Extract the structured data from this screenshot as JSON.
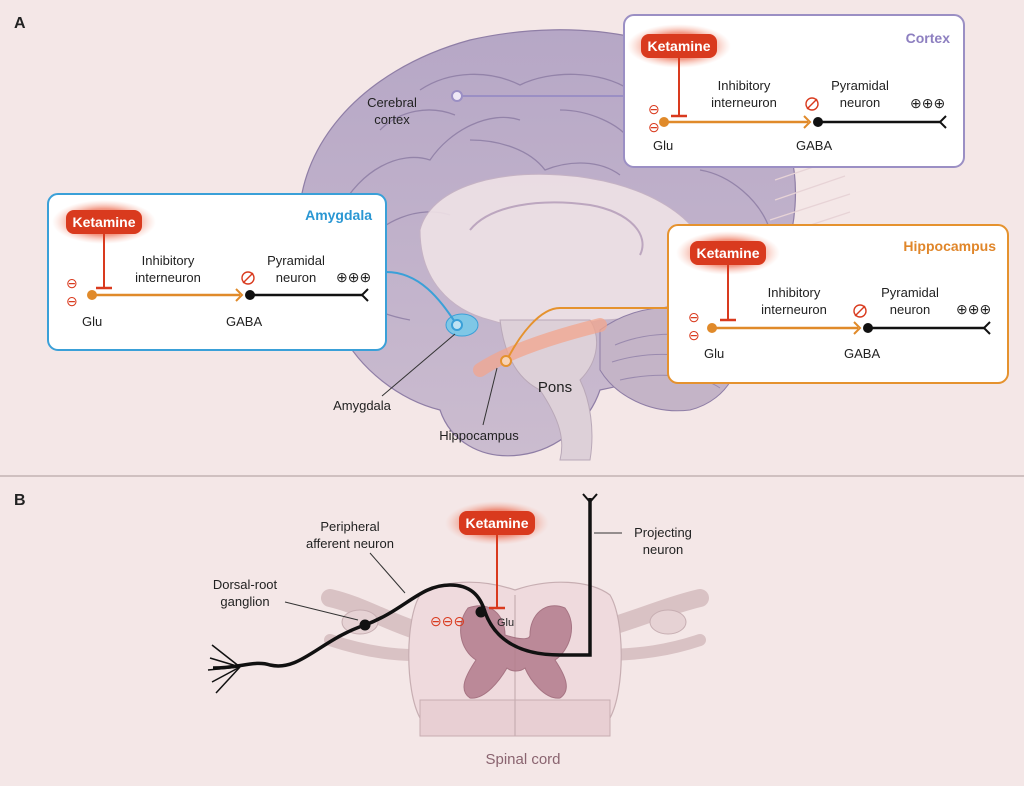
{
  "panel_a": {
    "letter": "A",
    "cortex_box": {
      "title": "Cortex",
      "drug": "Ketamine",
      "inhibitory": [
        "Inhibitory",
        "interneuron"
      ],
      "pyramidal": [
        "Pyramidal",
        "neuron"
      ],
      "glu": "Glu",
      "gaba": "GABA",
      "minus": "⊖",
      "plus": "⊕⊕⊕"
    },
    "amygdala_box": {
      "title": "Amygdala",
      "drug": "Ketamine",
      "inhibitory": [
        "Inhibitory",
        "interneuron"
      ],
      "pyramidal": [
        "Pyramidal",
        "neuron"
      ],
      "glu": "Glu",
      "gaba": "GABA",
      "minus": "⊖",
      "plus": "⊕⊕⊕"
    },
    "hippocampus_box": {
      "title": "Hippocampus",
      "drug": "Ketamine",
      "inhibitory": [
        "Inhibitory",
        "interneuron"
      ],
      "pyramidal": [
        "Pyramidal",
        "neuron"
      ],
      "glu": "Glu",
      "gaba": "GABA",
      "minus": "⊖",
      "plus": "⊕⊕⊕"
    },
    "brain_labels": {
      "cerebral_cortex": [
        "Cerebral",
        "cortex"
      ],
      "pons": "Pons",
      "amygdala": "Amygdala",
      "hippocampus": "Hippocampus"
    }
  },
  "panel_b": {
    "letter": "B",
    "drug": "Ketamine",
    "peripheral": [
      "Peripheral",
      "afferent neuron"
    ],
    "projecting": [
      "Projecting",
      "neuron"
    ],
    "drg": [
      "Dorsal-root",
      "ganglion"
    ],
    "glu": "Glu",
    "minus": "⊖⊖⊖",
    "spinal_cord": "Spinal cord"
  },
  "colors": {
    "background": "#f4e7e7",
    "ketamine_red": "#d93a1e",
    "orange_neuron": "#e08a2a",
    "cortex_border": "#9b8fc4",
    "amygdala_border": "#3aa0d8",
    "hippocampus_border": "#e5922e"
  }
}
